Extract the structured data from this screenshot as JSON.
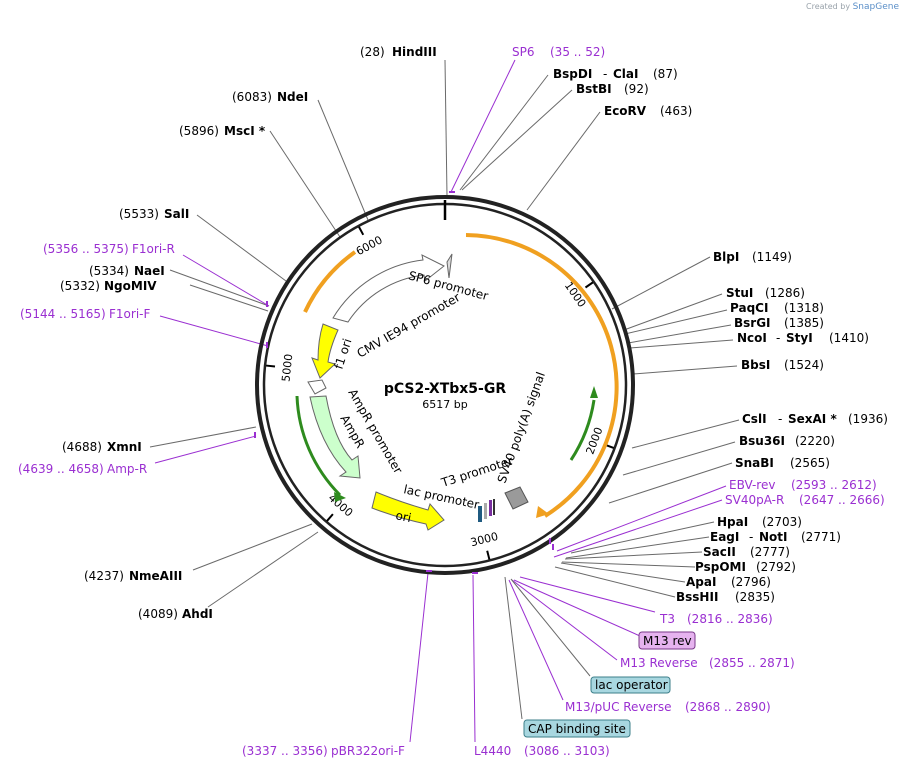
{
  "credit": {
    "prefix": "Created by",
    "brand": "SnapGene"
  },
  "plasmid": {
    "name": "pCS2-XTbx5-GR",
    "length_label": "6517 bp"
  },
  "tick_labels": [
    "1000",
    "2000",
    "3000",
    "4000",
    "5000",
    "6000"
  ],
  "sites": [
    {
      "name": "HindIII",
      "pos": "(28)"
    },
    {
      "name": "BspDI",
      "name2": "ClaI",
      "pos": "(87)"
    },
    {
      "name": "BstBI",
      "pos": "(92)"
    },
    {
      "name": "EcoRV",
      "pos": "(463)"
    },
    {
      "name": "BlpI",
      "pos": "(1149)"
    },
    {
      "name": "StuI",
      "pos": "(1286)"
    },
    {
      "name": "PaqCI",
      "pos": "(1318)"
    },
    {
      "name": "BsrGI",
      "pos": "(1385)"
    },
    {
      "name": "NcoI",
      "name2": "StyI",
      "pos": "(1410)"
    },
    {
      "name": "BbsI",
      "pos": "(1524)"
    },
    {
      "name": "CslI",
      "name2": "SexAI *",
      "pos": "(1936)"
    },
    {
      "name": "Bsu36I",
      "pos": "(2220)"
    },
    {
      "name": "SnaBI",
      "pos": "(2565)"
    },
    {
      "name": "HpaI",
      "pos": "(2703)"
    },
    {
      "name": "EagI",
      "name2": "NotI",
      "pos": "(2771)"
    },
    {
      "name": "SacII",
      "pos": "(2777)"
    },
    {
      "name": "PspOMI",
      "pos": "(2792)"
    },
    {
      "name": "ApaI",
      "pos": "(2796)"
    },
    {
      "name": "BssHII",
      "pos": "(2835)"
    },
    {
      "name": "AhdI",
      "pos": "(4089)"
    },
    {
      "name": "NmeAIII",
      "pos": "(4237)"
    },
    {
      "name": "XmnI",
      "pos": "(4688)"
    },
    {
      "name": "NgoMIV",
      "pos": "(5332)"
    },
    {
      "name": "NaeI",
      "pos": "(5334)"
    },
    {
      "name": "SalI",
      "pos": "(5533)"
    },
    {
      "name": "MscI *",
      "pos": "(5896)"
    },
    {
      "name": "NdeI",
      "pos": "(6083)"
    }
  ],
  "primers": [
    {
      "name": "SP6",
      "range": "(35 .. 52)"
    },
    {
      "name": "EBV-rev",
      "range": "(2593 .. 2612)"
    },
    {
      "name": "SV40pA-R",
      "range": "(2647 .. 2666)"
    },
    {
      "name": "T3",
      "range": "(2816 .. 2836)"
    },
    {
      "name": "M13 rev",
      "range": ""
    },
    {
      "name": "M13 Reverse",
      "range": "(2855 .. 2871)"
    },
    {
      "name": "lac operator",
      "range": ""
    },
    {
      "name": "M13/pUC Reverse",
      "range": "(2868 .. 2890)"
    },
    {
      "name": "CAP binding site",
      "range": ""
    },
    {
      "name": "L4440",
      "range": "(3086 .. 3103)"
    },
    {
      "name": "pBR322ori-F",
      "range": "(3337 .. 3356)"
    },
    {
      "name": "Amp-R",
      "range": "(4639 .. 4658)"
    },
    {
      "name": "F1ori-F",
      "range": "(5144 .. 5165)"
    },
    {
      "name": "F1ori-R",
      "range": "(5356 .. 5375)"
    }
  ],
  "features": [
    {
      "name": "SP6 promoter"
    },
    {
      "name": "CMV IE94 promoter"
    },
    {
      "name": "f1 ori"
    },
    {
      "name": "AmpR promoter"
    },
    {
      "name": "AmpR"
    },
    {
      "name": "ori"
    },
    {
      "name": "lac promoter"
    },
    {
      "name": "T3 promoter"
    },
    {
      "name": "SV40 poly(A) signal"
    }
  ],
  "colors": {
    "backbone": "#222222",
    "orange_feature": "#f0a020",
    "ori": "#ffff00",
    "green_arrow": "#2e8b1e",
    "primer_text": "#9a2fd1",
    "m13_box": "#e6b3ef",
    "lac_box": "#a8d7e0"
  }
}
